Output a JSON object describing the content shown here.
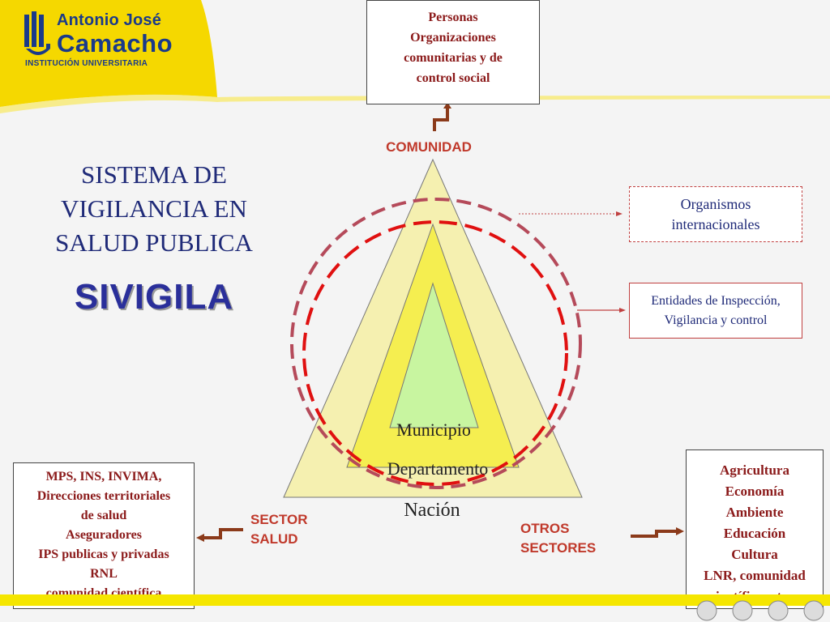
{
  "logo": {
    "name_line1": "Antonio José",
    "name_line2": "Camacho",
    "subtitle": "INSTITUCIÓN UNIVERSITARIA"
  },
  "title": {
    "lines": [
      "SISTEMA DE",
      "VIGILANCIA EN",
      "SALUD PUBLICA"
    ],
    "acronym": "SIVIGILA"
  },
  "boxes": {
    "top": [
      "Personas",
      "Organizaciones",
      "comunitarias y de",
      "control social"
    ],
    "organismos": [
      "Organismos",
      "internacionales"
    ],
    "entidades": [
      "Entidades de Inspección,",
      "Vigilancia y control"
    ],
    "left": [
      "MPS, INS, INVIMA,",
      "Direcciones territoriales",
      "de salud",
      "Aseguradores",
      "IPS publicas y privadas",
      "RNL",
      "comunidad científica"
    ],
    "right": [
      "Agricultura",
      "Economía",
      "Ambiente",
      "Educación",
      "Cultura",
      "LNR, comunidad",
      "científica, otros"
    ]
  },
  "labels": {
    "comunidad": "COMUNIDAD",
    "sector_salud": [
      "SECTOR",
      "SALUD"
    ],
    "otros_sectores": [
      "OTROS",
      "SECTORES"
    ]
  },
  "triangle": {
    "inner": "Municipio",
    "middle": "Departamento",
    "outer": "Nación"
  },
  "colors": {
    "outer_triangle": "#f5f0b0",
    "middle_triangle": "#f5ee50",
    "inner_triangle": "#c8f5a0",
    "dashed_outer": "#b54a5a",
    "dashed_inner": "#e01010",
    "arrow": "#8b3a1a",
    "title": "#1f2a78"
  }
}
